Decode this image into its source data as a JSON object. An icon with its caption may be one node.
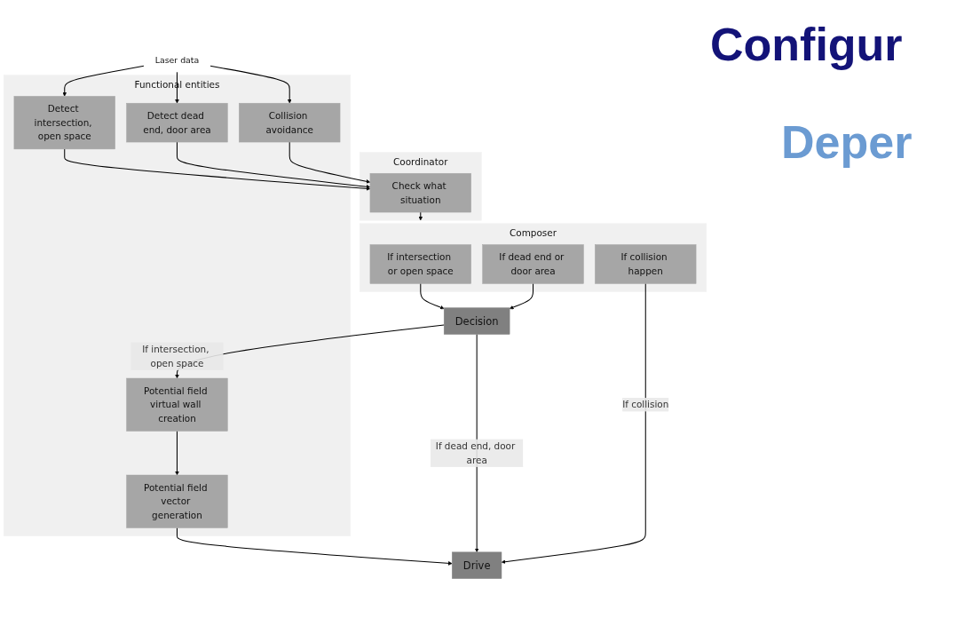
{
  "diagram": {
    "nodes": [
      {
        "text": [
          "Composer"
        ]
      },
      {
        "text": [
          "If intersection or open space"
        ],
        "in": 0
      },
      {
        "text": [
          "If dead end or door area"
        ],
        "in": 0
      },
      {
        "text": [
          "If collision happen"
        ],
        "in": 0
      },
      {
        "text": [
          "Coordinator"
        ]
      },
      {
        "text": [
          "Check what situation"
        ],
        "in": 4
      },
      {
        "text": [
          "Functional entities"
        ]
      },
      {
        "text": [
          "Detect intersection, open space"
        ],
        "in": 6
      },
      {
        "text": [
          "Detect dead end, door area"
        ],
        "in": 6
      },
      {
        "text": [
          "Collision avoidance"
        ],
        "in": 6
      },
      {
        "text": [
          "Potential field virtual wall creation"
        ],
        "in": 6
      },
      {
        "text": [
          "Potential field vector generation"
        ],
        "in": 6
      },
      {
        "text": [
          "Decision"
        ]
      },
      {
        "text": [
          "Drive"
        ]
      },
      {
        "text": [
          "Laser data"
        ]
      }
    ],
    "edges": [
      {
        "from": 5,
        "to": 0,
        "arrow": "to"
      },
      {
        "from": 7,
        "to": 5,
        "arrow": "to"
      },
      {
        "from": 8,
        "to": 5,
        "arrow": "to"
      },
      {
        "from": 9,
        "to": 5,
        "arrow": "to"
      },
      {
        "from": 14,
        "to": 7,
        "arrow": "to"
      },
      {
        "from": 14,
        "to": 8,
        "arrow": "to"
      },
      {
        "from": 14,
        "to": 9,
        "arrow": "to"
      },
      {
        "from": 1,
        "to": 12,
        "arrow": "to"
      },
      {
        "from": 2,
        "to": 12,
        "arrow": "to"
      },
      {
        "from": 3,
        "to": 13,
        "label": "If collision",
        "arrow": "to"
      },
      {
        "from": 12,
        "to": 10,
        "label": "If intersection, open space",
        "arrow": "to"
      },
      {
        "from": 10,
        "to": 11,
        "arrow": "to"
      },
      {
        "from": 11,
        "to": 13,
        "arrow": "to"
      },
      {
        "from": 12,
        "to": 13,
        "label": "If dead end, door area",
        "arrow": "to"
      }
    ],
    "labels": [
      "Configur",
      "Deper"
    ]
  }
}
